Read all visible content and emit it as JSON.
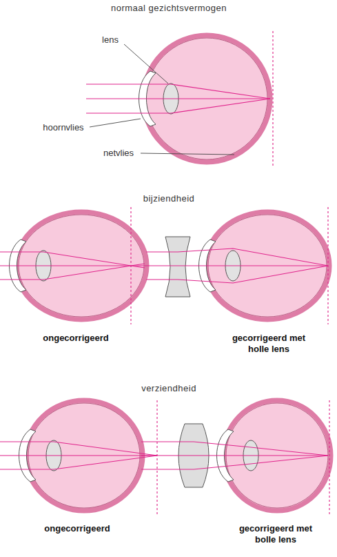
{
  "diagram": {
    "labels": [
      "normaal gezichtsvermogen",
      "lens",
      "hoornvlies",
      "netvlies",
      "bijziendheid",
      "ongecorrigeerd",
      "gecorrigeerd met holle lens",
      "verziendheid",
      "ongecorrigeerd",
      "gecorrigeerd met bolle lens"
    ]
  }
}
